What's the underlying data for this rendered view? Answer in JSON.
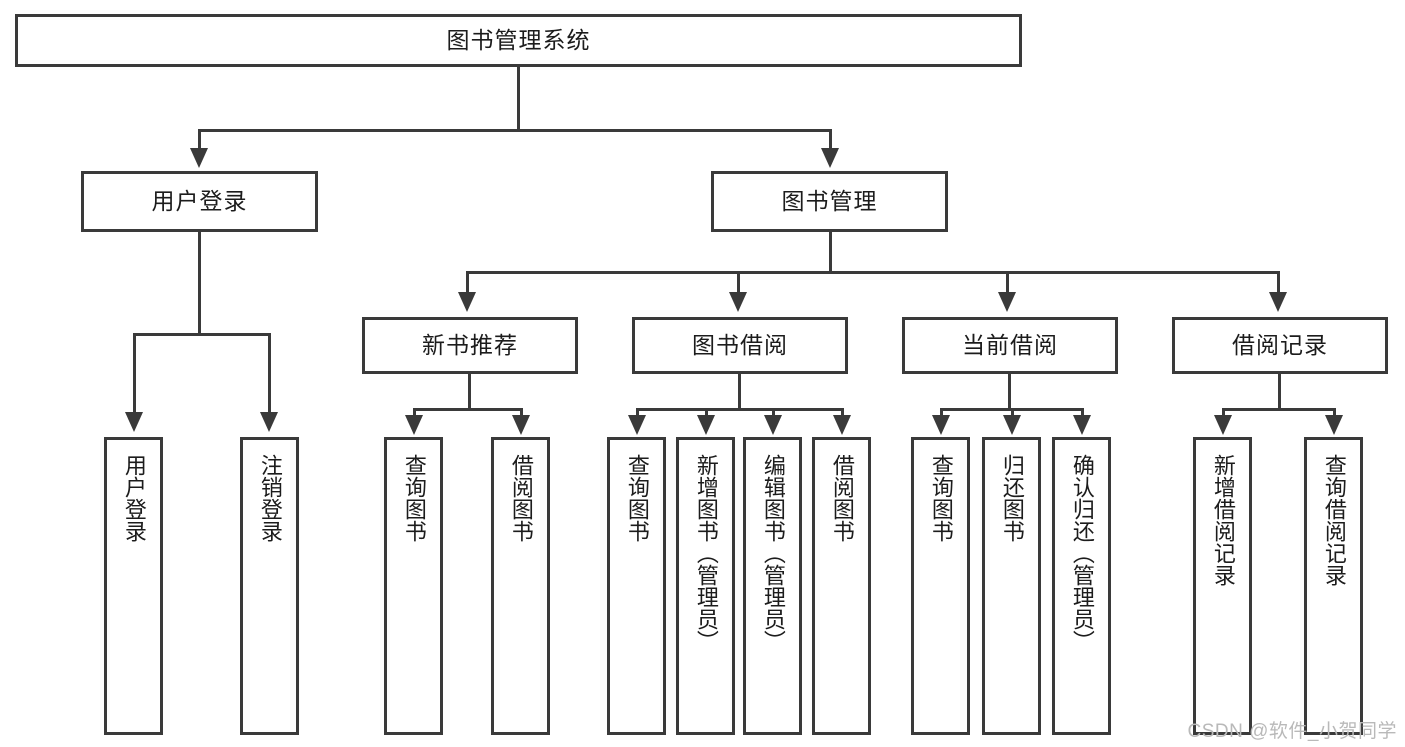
{
  "diagram": {
    "title": "图书管理系统",
    "type": "tree",
    "watermark": "CSDN @软件_小贺同学",
    "colors": {
      "stroke": "#3a3a3a",
      "fill": "#ffffff",
      "text": "#1c1c1c",
      "watermark": "#b9b9b9"
    },
    "root": {
      "label": "图书管理系统"
    },
    "level2": [
      {
        "label": "用户登录"
      },
      {
        "label": "图书管理"
      }
    ],
    "level3": [
      {
        "label": "新书推荐"
      },
      {
        "label": "图书借阅"
      },
      {
        "label": "当前借阅"
      },
      {
        "label": "借阅记录"
      }
    ],
    "leaves": {
      "user_login": [
        {
          "label": "用户登录"
        },
        {
          "label": "注销登录"
        }
      ],
      "new_book_recommend": [
        {
          "label": "查询图书"
        },
        {
          "label": "借阅图书"
        }
      ],
      "book_borrow": [
        {
          "label": "查询图书"
        },
        {
          "label": "新增图书（管理员）"
        },
        {
          "label": "编辑图书（管理员）"
        },
        {
          "label": "借阅图书"
        }
      ],
      "current_borrow": [
        {
          "label": "查询图书"
        },
        {
          "label": "归还图书"
        },
        {
          "label": "确认归还（管理员）"
        }
      ],
      "borrow_record": [
        {
          "label": "新增借阅记录"
        },
        {
          "label": "查询借阅记录"
        }
      ]
    }
  }
}
